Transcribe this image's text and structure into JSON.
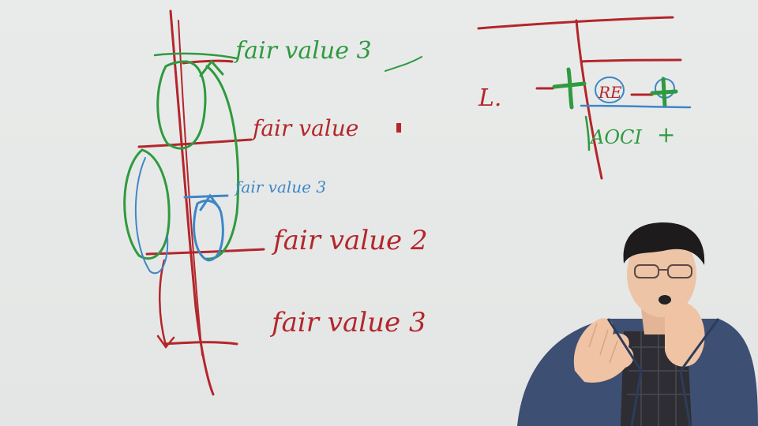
{
  "whiteboard": {
    "labels": {
      "fv_top_green": "fair value 3",
      "fv_mid_red": "fair value",
      "fv_small_blue": "fair value 3",
      "fv_low_red": "fair value 2",
      "fv_bottom_red": "fair value 3"
    },
    "t_account": {
      "left_letter": "L.",
      "re_box": "RE",
      "oci": "AOCI",
      "plus": "+",
      "minus_left": "-",
      "minus_right": "-"
    }
  },
  "colors": {
    "red": "#b3262b",
    "green": "#2f9a3f",
    "blue": "#3f86c6",
    "board": "#e6e8e7"
  },
  "presenter": {
    "description": "lecturer-video"
  }
}
